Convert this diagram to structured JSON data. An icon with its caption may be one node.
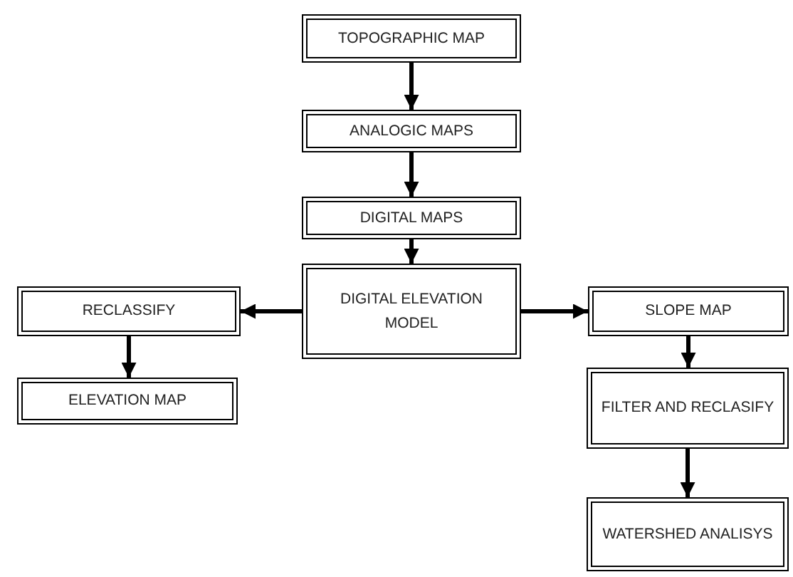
{
  "diagram": {
    "nodes": [
      {
        "text": [
          "TOPOGRAPHIC MAP"
        ]
      },
      {
        "text": [
          "ANALOGIC MAPS"
        ]
      },
      {
        "text": [
          "DIGITAL MAPS"
        ]
      },
      {
        "text": [
          "DIGITAL ELEVATION MODEL"
        ]
      },
      {
        "text": [
          "RECLASSIFY"
        ]
      },
      {
        "text": [
          "ELEVATION MAP"
        ]
      },
      {
        "text": [
          "SLOPE MAP"
        ]
      },
      {
        "text": [
          "FILTER AND RECLASIFY"
        ]
      },
      {
        "text": [
          "WATERSHED ANALISYS"
        ]
      }
    ],
    "edges": [
      {
        "from": 0,
        "to": 1,
        "arrow": "to"
      },
      {
        "from": 1,
        "to": 2,
        "arrow": "to"
      },
      {
        "from": 2,
        "to": 3,
        "arrow": "to"
      },
      {
        "from": 3,
        "to": 4,
        "arrow": "to"
      },
      {
        "from": 3,
        "to": 6,
        "arrow": "to"
      },
      {
        "from": 4,
        "to": 5,
        "arrow": "to"
      },
      {
        "from": 6,
        "to": 7,
        "arrow": "to"
      },
      {
        "from": 7,
        "to": 8,
        "arrow": "to"
      }
    ]
  }
}
